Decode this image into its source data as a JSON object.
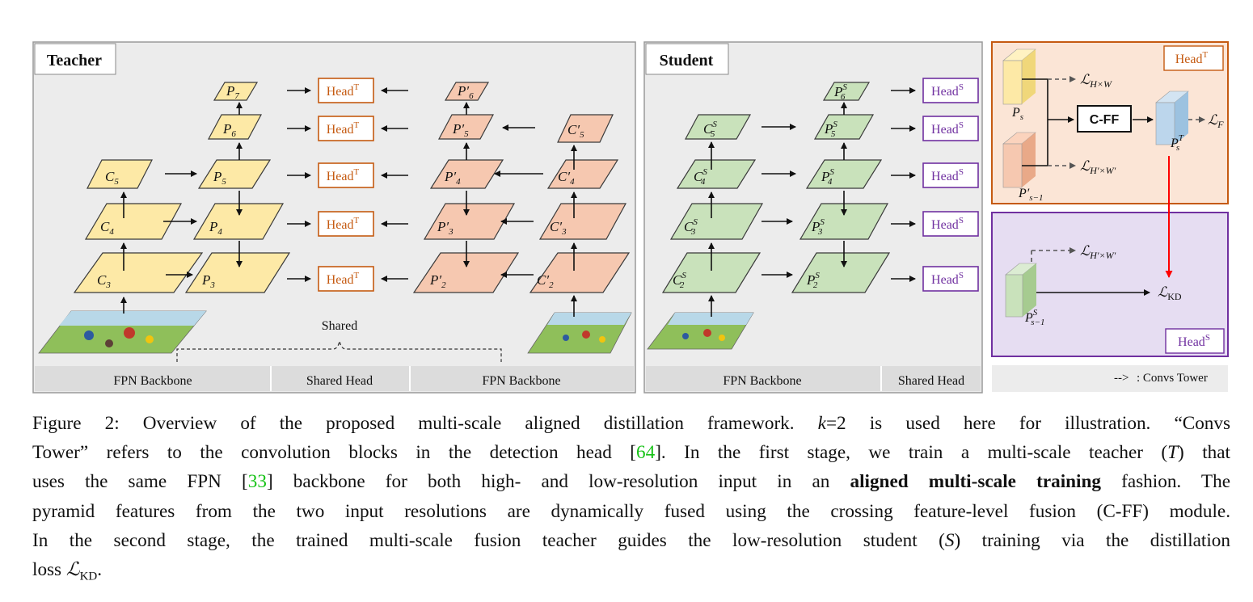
{
  "figure": {
    "teacher_panel": {
      "title": "Teacher",
      "left_backbone": {
        "c_labels": [
          "C5",
          "C4",
          "C3"
        ],
        "p_labels": [
          "P7",
          "P6",
          "P5",
          "P4",
          "P3"
        ]
      },
      "right_backbone": {
        "c_labels": [
          "C5'",
          "C4'",
          "C3'",
          "C2'"
        ],
        "p_labels": [
          "P6'",
          "P5'",
          "P4'",
          "P3'",
          "P2'"
        ]
      },
      "head_label": "Head",
      "head_sup": "T",
      "shared_label": "Shared",
      "footer": [
        "FPN Backbone",
        "Shared Head",
        "FPN Backbone"
      ]
    },
    "student_panel": {
      "title": "Student",
      "c_labels": [
        "C5S",
        "C4S",
        "C3S",
        "C2S"
      ],
      "p_labels": [
        "P6S",
        "P5S",
        "P4S",
        "P3S",
        "P2S"
      ],
      "head_label": "Head",
      "head_sup": "S",
      "footer": [
        "FPN Backbone",
        "Shared Head"
      ]
    },
    "fusion_panel": {
      "head_label": "Head",
      "head_sup": "T",
      "module_label": "C-FF",
      "loss_hw": "ℒH×W",
      "loss_hpwp": "ℒH′×W′",
      "loss_f": "ℒF",
      "p_s": "Ps",
      "p_s1": "P′s−1",
      "p_s_T": "PsT"
    },
    "student_head_panel": {
      "head_label": "Head",
      "head_sup": "S",
      "loss_hpwp": "ℒH′×W′",
      "loss_kd": "ℒKD",
      "p_s1_S": "PSs−1"
    },
    "legend": {
      "arrow_glyph": "-->",
      "text": ": Convs Tower"
    }
  },
  "caption": {
    "l1a": "Figure 2:  Overview of the proposed multi-scale aligned distillation framework.  ",
    "l1k": "k",
    "l1b": "=2 is used here for illustration.  “Convs",
    "l2a": "Tower” refers to the convolution blocks in the detection head [",
    "ref64": "64",
    "l2b": "].  In the first stage, we train a multi-scale teacher (",
    "l2T": "T",
    "l2c": ") that",
    "l3a": "uses the same FPN [",
    "ref33": "33",
    "l3b": "] backbone for both high- and low-resolution input in an ",
    "l3bold": "aligned multi-scale training",
    "l3c": " fashion.  The",
    "l4": "pyramid features from the two input resolutions are dynamically fused using the crossing feature-level fusion (C-FF) module.",
    "l5a": "In the second stage, the trained multi-scale fusion teacher guides the low-resolution student (",
    "l5S": "S",
    "l5b": ") training via the distillation",
    "l6a": "loss ",
    "l6L": "ℒ",
    "l6sub": "KD",
    "l6b": "."
  },
  "colors": {
    "yellow_fill": "#fde9a6",
    "yellow_stroke": "#3a3a3a",
    "orange_fill": "#f6c8b0",
    "green_fill": "#c9e2bb",
    "teacher_head": "#c55a11",
    "student_head": "#7030a0",
    "panel_bg": "#ececec",
    "fusion_bg": "#fbe5d6",
    "kd_bg": "#e6ddf2",
    "footer_bg": "#dcdcdc",
    "ref_green": "#16c216",
    "kd_arrow": "#ff0000"
  }
}
